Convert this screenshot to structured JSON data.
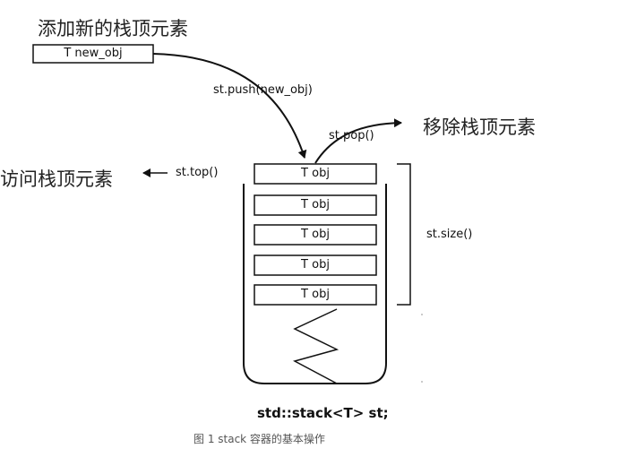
{
  "labels": {
    "add_top": "添加新的栈顶元素",
    "remove_top": "移除栈顶元素",
    "access_top": "访问栈顶元素"
  },
  "new_obj": "T new_obj",
  "operations": {
    "push": "st.push(new_obj)",
    "pop": "st.pop()",
    "top": "st.top()",
    "size": "st.size()"
  },
  "stack_items": [
    "T obj",
    "T obj",
    "T obj",
    "T obj",
    "T obj"
  ],
  "declaration": "std::stack<T> st;",
  "caption": "图 1 stack 容器的基本操作"
}
